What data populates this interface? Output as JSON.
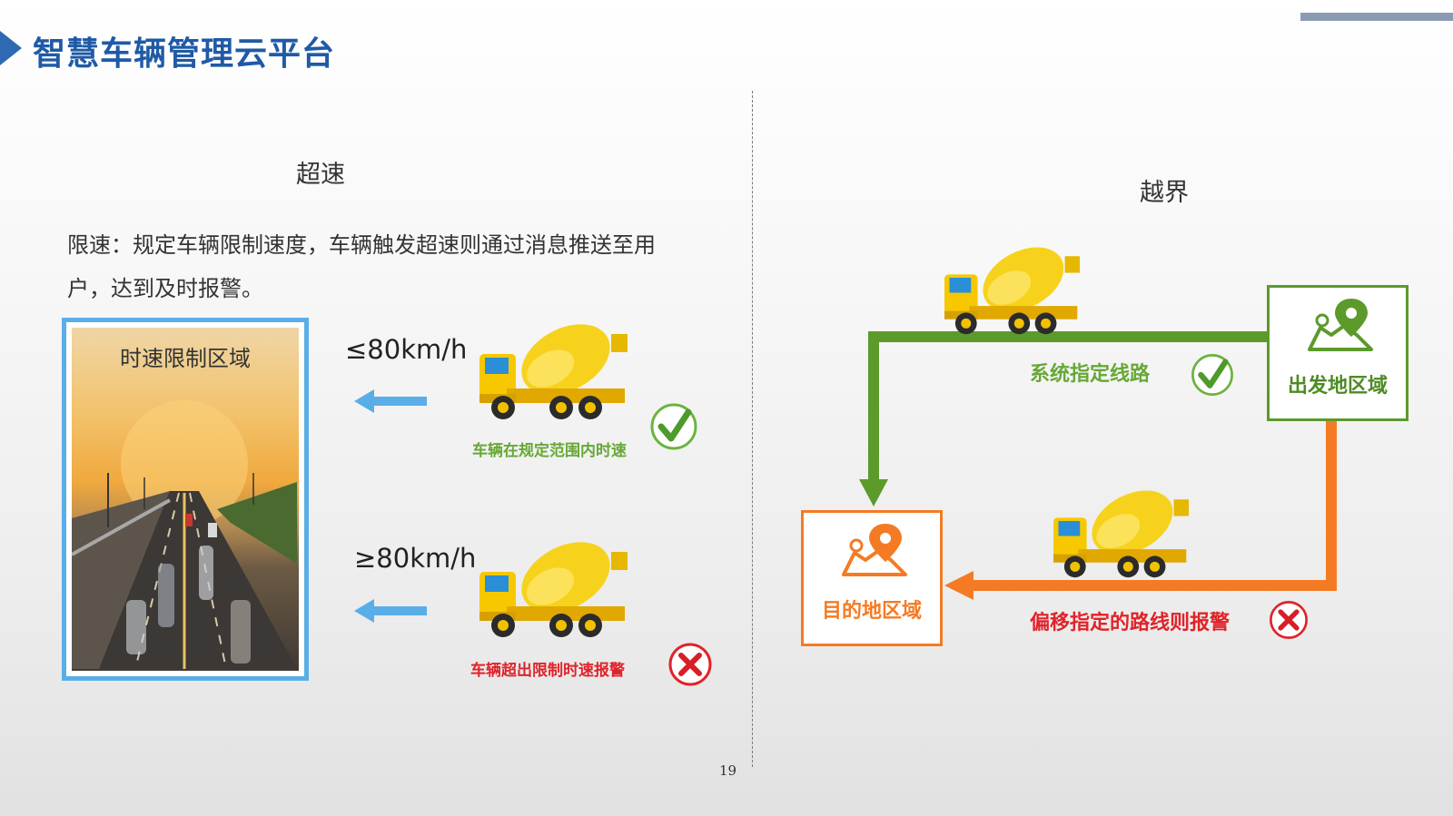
{
  "header": {
    "title": "智慧车辆管理云平台"
  },
  "left": {
    "heading": "超速",
    "description": "限速：规定车辆限制速度，车辆触发超速则通过消息推送至用户，达到及时报警。",
    "photo_label": "时速限制区域",
    "rows": [
      {
        "speed": "≤80km/h",
        "caption": "车辆在规定范围内时速",
        "status_icon": "check-icon"
      },
      {
        "speed": "≥80km/h",
        "caption": "车辆超出限制时速报警",
        "status_icon": "cross-icon"
      }
    ]
  },
  "right": {
    "heading": "越界",
    "origin_label": "出发地区域",
    "destination_label": "目的地区域",
    "route_ok_caption": "系统指定线路",
    "route_bad_caption": "偏移指定的路线则报警"
  },
  "footer": {
    "page_number": "19"
  },
  "colors": {
    "title": "#1f5aa6",
    "green": "#5c9a2c",
    "orange": "#f47b24",
    "red": "#e0232a",
    "arrow_blue": "#5aaee8"
  }
}
